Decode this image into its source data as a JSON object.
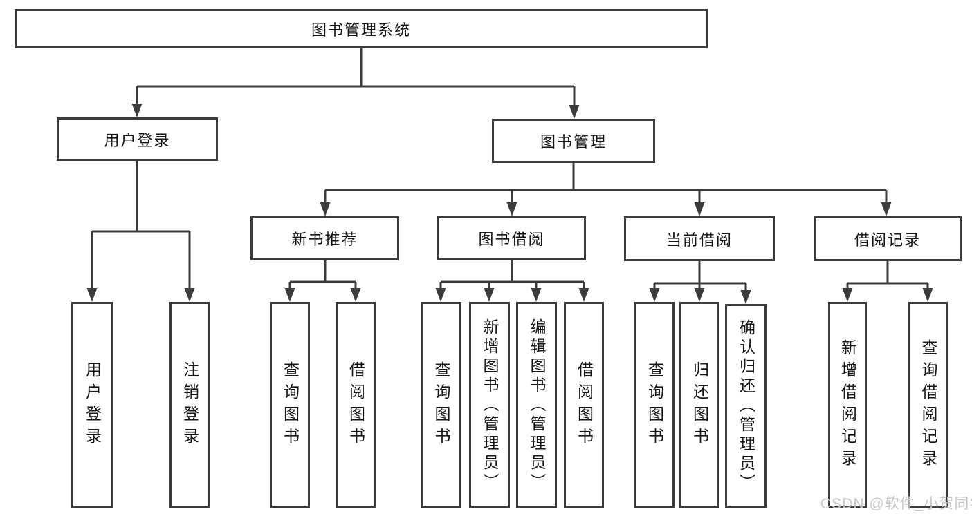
{
  "root": {
    "label": "图书管理系统"
  },
  "branches": [
    {
      "label": "用户登录",
      "children": [
        {
          "label": "用户登录"
        },
        {
          "label": "注销登录"
        }
      ]
    },
    {
      "label": "图书管理",
      "children": [
        {
          "label": "新书推荐",
          "children": [
            {
              "label": "查询图书"
            },
            {
              "label": "借阅图书"
            }
          ]
        },
        {
          "label": "图书借阅",
          "children": [
            {
              "label": "查询图书"
            },
            {
              "label": "新增图书（管理员）"
            },
            {
              "label": "编辑图书（管理员）"
            },
            {
              "label": "借阅图书"
            }
          ]
        },
        {
          "label": "当前借阅",
          "children": [
            {
              "label": "查询图书"
            },
            {
              "label": "归还图书"
            },
            {
              "label": "确认归还（管理员）"
            }
          ]
        },
        {
          "label": "借阅记录",
          "children": [
            {
              "label": "新增借阅记录"
            },
            {
              "label": "查询借阅记录"
            }
          ]
        }
      ]
    }
  ],
  "watermark": {
    "text": "CSDN @软件_小贺同学",
    "color": "#c8c8c8"
  },
  "colors": {
    "line": "#3b3b3b",
    "text": "#161616",
    "background": "#ffffff"
  }
}
